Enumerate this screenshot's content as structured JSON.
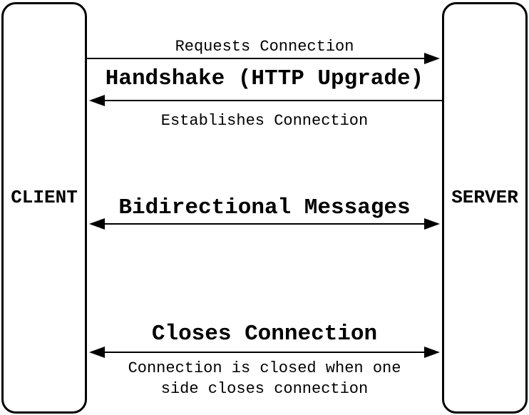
{
  "diagram": {
    "type": "sequence-diagram",
    "colors": {
      "ink": "#000000",
      "background": "#ffffff"
    },
    "actors": {
      "client": {
        "label": "CLIENT"
      },
      "server": {
        "label": "SERVER"
      }
    },
    "connections": [
      {
        "id": "request",
        "label": "Requests Connection",
        "from": "client",
        "to": "server",
        "arrow": "right"
      },
      {
        "id": "handshake",
        "label": "Handshake (HTTP Upgrade)",
        "style": "title"
      },
      {
        "id": "establish",
        "label": "Establishes Connection",
        "from": "server",
        "to": "client",
        "arrow": "left"
      },
      {
        "id": "bidirectional",
        "label": "Bidirectional Messages",
        "from": "both",
        "to": "both",
        "arrow": "both",
        "style": "title"
      },
      {
        "id": "close",
        "label": "Closes Connection",
        "from": "both",
        "to": "both",
        "arrow": "both",
        "style": "title",
        "note": [
          "Connection is closed when one",
          "side closes connection"
        ]
      }
    ]
  }
}
